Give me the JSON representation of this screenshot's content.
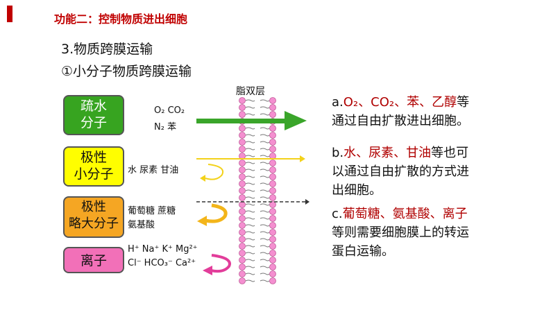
{
  "header": {
    "title": "功能二：控制物质进出细胞"
  },
  "section": {
    "heading": "3.物质跨膜运输",
    "subheading": "①小分子物质跨膜运输"
  },
  "membrane": {
    "label": "脂双层"
  },
  "groups": [
    {
      "box_line1": "疏水",
      "box_line2": "分子",
      "molecules_line1": "O₂  CO₂",
      "molecules_line2": "N₂   苯"
    },
    {
      "box_line1": "极性",
      "box_line2": "小分子",
      "molecules_line1": "水 尿素 甘油",
      "molecules_line2": ""
    },
    {
      "box_line1": "极性",
      "box_line2": "略大分子",
      "molecules_line1": "葡萄糖 蔗糖",
      "molecules_line2": "氨基酸"
    },
    {
      "box_line1": "离子",
      "box_line2": "",
      "molecules_line1": "H⁺ Na⁺ K⁺ Mg²⁺",
      "molecules_line2": "Cl⁻ HCO₃⁻ Ca²⁺"
    }
  ],
  "notes": {
    "a": {
      "prefix": "a.",
      "highlight": "O₂、CO₂、苯、乙醇",
      "suffix": "等",
      "line2": "通过自由扩散进出细胞。"
    },
    "b": {
      "prefix": "b.",
      "highlight": "水、尿素、甘油",
      "suffix": "等也可",
      "line2": "以通过自由扩散的方式进",
      "line3": "出细胞。"
    },
    "c": {
      "prefix": "c.",
      "highlight": "葡萄糖、氨基酸、离子",
      "line2": "等则需要细胞膜上的转运",
      "line3": "蛋白运输。"
    }
  },
  "colors": {
    "title": "#c00000",
    "hydrophobic_box": "#37a420",
    "polar_small_box": "#fffe00",
    "polar_large_box": "#f5a623",
    "ion_box": "#f270b8",
    "lipid_head": "#f48fd0",
    "arrow_green": "#3aa52a",
    "arrow_yellow": "#f3d21a"
  }
}
